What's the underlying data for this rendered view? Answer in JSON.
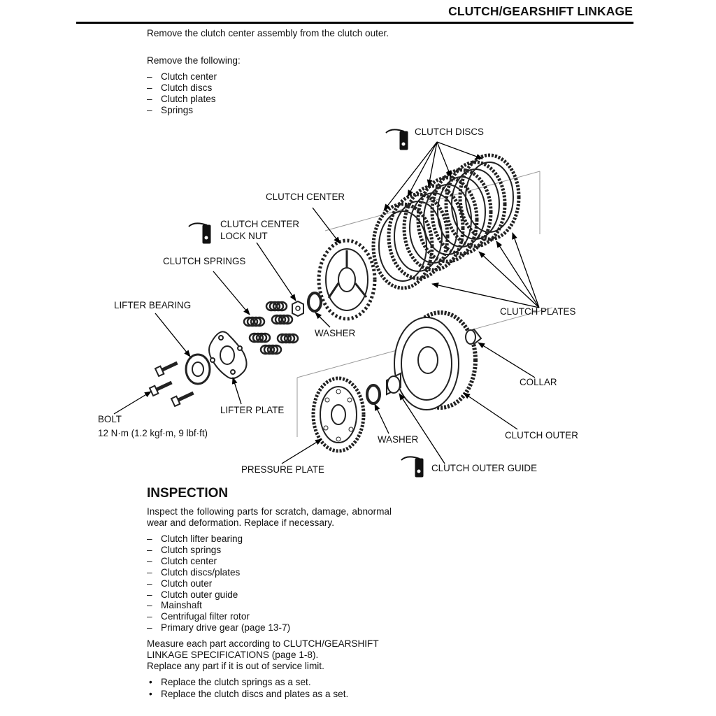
{
  "header": {
    "title": "CLUTCH/GEARSHIFT LINKAGE"
  },
  "intro": {
    "paragraph1": "Remove the clutch center assembly from the clutch outer.",
    "paragraph2": "Remove the following:",
    "items": [
      "Clutch center",
      "Clutch discs",
      "Clutch plates",
      "Springs"
    ]
  },
  "diagram": {
    "labels": {
      "clutch_discs": "CLUTCH DISCS",
      "clutch_center": "CLUTCH CENTER",
      "lock_nut_line1": "CLUTCH CENTER",
      "lock_nut_line2": "LOCK NUT",
      "clutch_springs": "CLUTCH SPRINGS",
      "lifter_bearing": "LIFTER BEARING",
      "clutch_plates": "CLUTCH PLATES",
      "washer_upper": "WASHER",
      "collar": "COLLAR",
      "bolt": "BOLT",
      "bolt_torque": "12 N·m (1.2 kgf·m, 9 lbf·ft)",
      "lifter_plate": "LIFTER PLATE",
      "clutch_outer": "CLUTCH OUTER",
      "washer_lower": "WASHER",
      "pressure_plate": "PRESSURE PLATE",
      "clutch_outer_guide": "CLUTCH OUTER GUIDE"
    },
    "icons": [
      "oil-can-icon",
      "oil-can-icon",
      "oil-can-icon"
    ]
  },
  "inspection": {
    "title": "INSPECTION",
    "paragraph": "Inspect the following parts for scratch, damage, abnormal wear and deformation. Replace if necessary.",
    "items": [
      "Clutch lifter bearing",
      "Clutch springs",
      "Clutch center",
      "Clutch discs/plates",
      "Clutch outer",
      "Clutch outer guide",
      "Mainshaft",
      "Centrifugal filter rotor",
      "Primary drive gear (page 13-7)"
    ],
    "measure_line1": "Measure each part according to CLUTCH/GEARSHIFT",
    "measure_line2": "LINKAGE SPECIFICATIONS (page 1-8).",
    "measure_line3": "Replace any part if it is out of service limit.",
    "bullets": [
      "Replace the clutch springs as a set.",
      "Replace the clutch discs and plates as a set."
    ]
  }
}
